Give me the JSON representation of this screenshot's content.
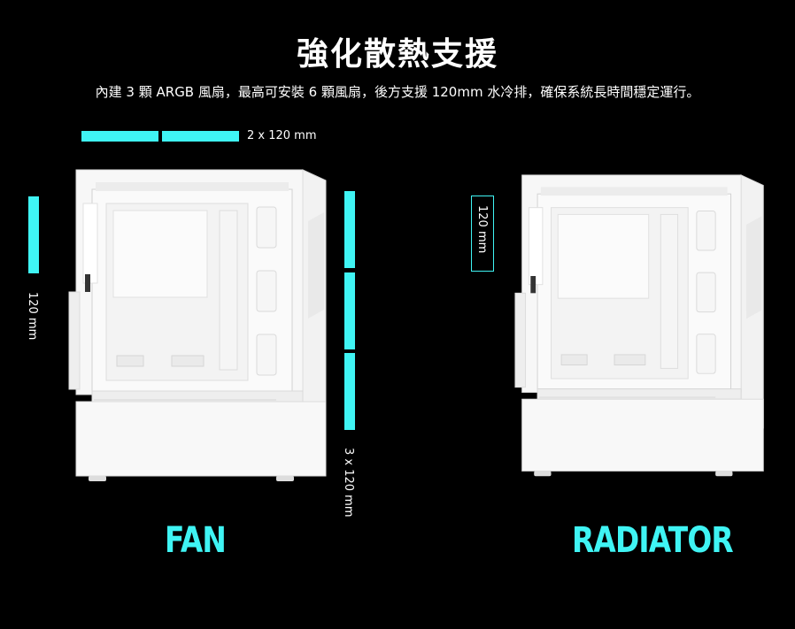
{
  "header": {
    "title": "強化散熱支援",
    "subtitle": "內建 3 顆 ARGB 風扇，最高可安裝 6 顆風扇，後方支援 120mm 水冷排，確保系統長時間穩定運行。"
  },
  "fan_panel": {
    "top_label": "2 x 120 mm",
    "rear_label": "120 mm",
    "front_label": "3 x 120 mm",
    "name": "FAN"
  },
  "radiator_panel": {
    "rear_label": "120 mm",
    "name": "RADIATOR"
  },
  "colors": {
    "accent": "#3ff4f4",
    "background": "#000000",
    "case": "#f4f4f4"
  }
}
